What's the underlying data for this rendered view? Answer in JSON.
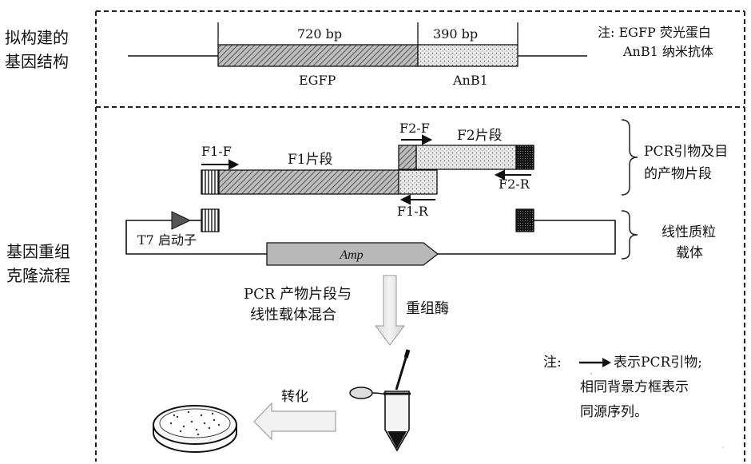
{
  "top_section": {
    "side_label_line1": "拟构建的",
    "side_label_line2": "基因结构",
    "egfp_size": "720 bp",
    "anb1_size": "390 bp",
    "egfp_label": "EGFP",
    "anb1_label": "AnB1",
    "note_line1": "注: EGFP  荧光蛋白",
    "note_line2": "AnB1  纳米抗体"
  },
  "bottom_section": {
    "side_label_line1": "基因重组",
    "side_label_line2": "克隆流程",
    "primer_f1f": "F1-F",
    "fragment_f1": "F1片段",
    "primer_f2f": "F2-F",
    "fragment_f2": "F2片段",
    "primer_f2r": "F2-R",
    "primer_f1r": "F1-R",
    "bracket1_line1": "PCR引物及目",
    "bracket1_line2": "的产物片段",
    "promoter": "T7 启动子",
    "amp": "Amp",
    "bracket2_line1": "线性质粒",
    "bracket2_line2": "载体",
    "mix_line1": "PCR 产物片段与",
    "mix_line2": "线性载体混合",
    "enzyme": "重组酶",
    "transform": "转化",
    "note_line1": "注:",
    "note_line1_rest": "表示PCR引物;",
    "note_line2": "相同背景方框表示",
    "note_line3": "同源序列。"
  }
}
